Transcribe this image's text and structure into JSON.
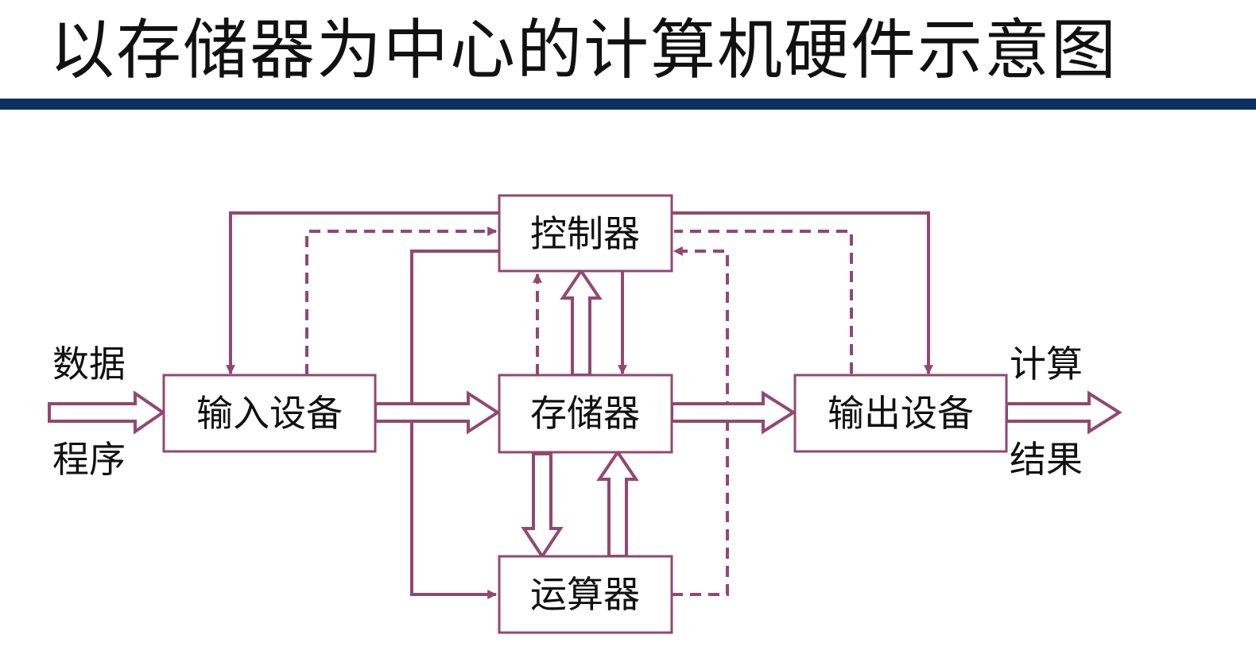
{
  "title": "以存储器为中心的计算机硬件示意图",
  "colors": {
    "line": "#93486f",
    "title_rule": "#0b3163"
  },
  "boxes": {
    "controller": "控制器",
    "input_device": "输入设备",
    "memory": "存储器",
    "alu": "运算器",
    "output_device": "输出设备"
  },
  "input_labels": {
    "top": "数据",
    "bottom": "程序"
  },
  "output_labels": {
    "top": "计算",
    "bottom": "结果"
  }
}
